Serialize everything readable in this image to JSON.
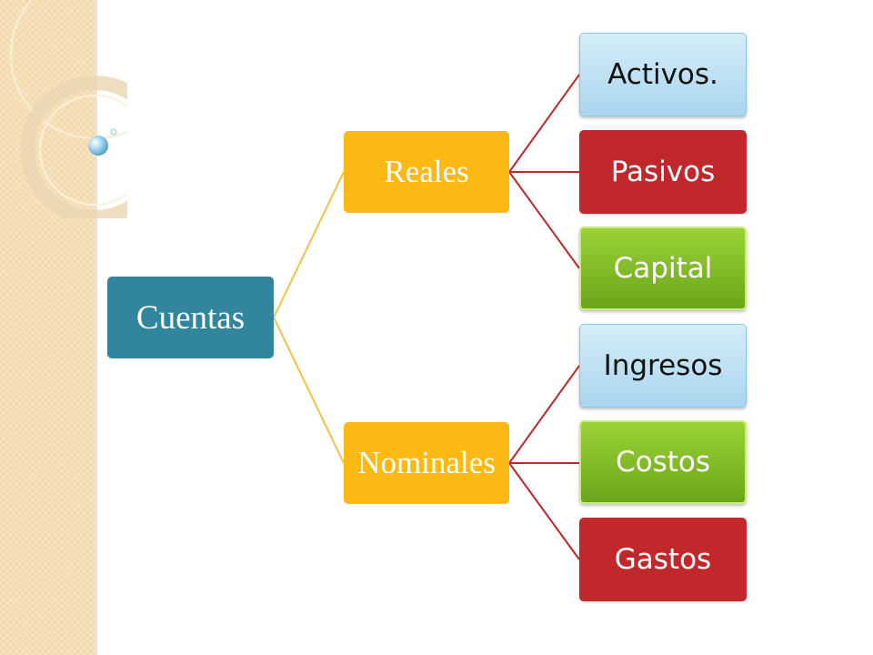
{
  "diagram": {
    "root": {
      "label": "Cuentas",
      "color": "#31859c"
    },
    "branches": [
      {
        "label": "Reales",
        "color": "#fdb913",
        "children": [
          {
            "label": "Activos.",
            "style": "light-blue"
          },
          {
            "label": "Pasivos",
            "style": "red"
          },
          {
            "label": "Capital",
            "style": "green"
          }
        ]
      },
      {
        "label": "Nominales",
        "color": "#fdb913",
        "children": [
          {
            "label": "Ingresos",
            "style": "light-blue"
          },
          {
            "label": "Costos",
            "style": "green"
          },
          {
            "label": "Gastos",
            "style": "red"
          }
        ]
      }
    ]
  },
  "colors": {
    "root_to_branch_line": "#f5c242",
    "branch_to_leaf_line": "#c0282c",
    "red": "#c0282c",
    "green": "#7ab51d",
    "light_blue": "#bde3f4",
    "side_band": "#f6dfb4"
  }
}
